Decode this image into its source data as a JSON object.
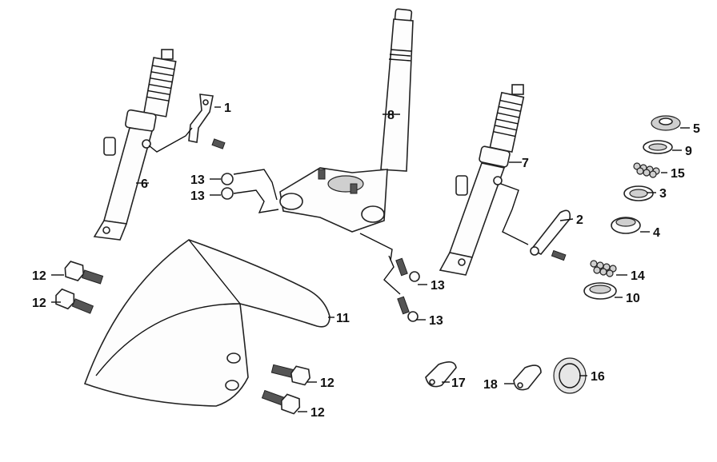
{
  "diagram": {
    "callouts": [
      {
        "id": "c1",
        "label": "1"
      },
      {
        "id": "c2",
        "label": "2"
      },
      {
        "id": "c3",
        "label": "3"
      },
      {
        "id": "c4",
        "label": "4"
      },
      {
        "id": "c5",
        "label": "5"
      },
      {
        "id": "c6",
        "label": "6"
      },
      {
        "id": "c7",
        "label": "7"
      },
      {
        "id": "c8",
        "label": "8"
      },
      {
        "id": "c9",
        "label": "9"
      },
      {
        "id": "c10",
        "label": "10"
      },
      {
        "id": "c11",
        "label": "11"
      },
      {
        "id": "c12a",
        "label": "12"
      },
      {
        "id": "c12b",
        "label": "12"
      },
      {
        "id": "c12c",
        "label": "12"
      },
      {
        "id": "c12d",
        "label": "12"
      },
      {
        "id": "c13a",
        "label": "13"
      },
      {
        "id": "c13b",
        "label": "13"
      },
      {
        "id": "c13c",
        "label": "13"
      },
      {
        "id": "c13d",
        "label": "13"
      },
      {
        "id": "c14",
        "label": "14"
      },
      {
        "id": "c15",
        "label": "15"
      },
      {
        "id": "c16",
        "label": "16"
      },
      {
        "id": "c17",
        "label": "17"
      },
      {
        "id": "c18",
        "label": "18"
      }
    ]
  }
}
